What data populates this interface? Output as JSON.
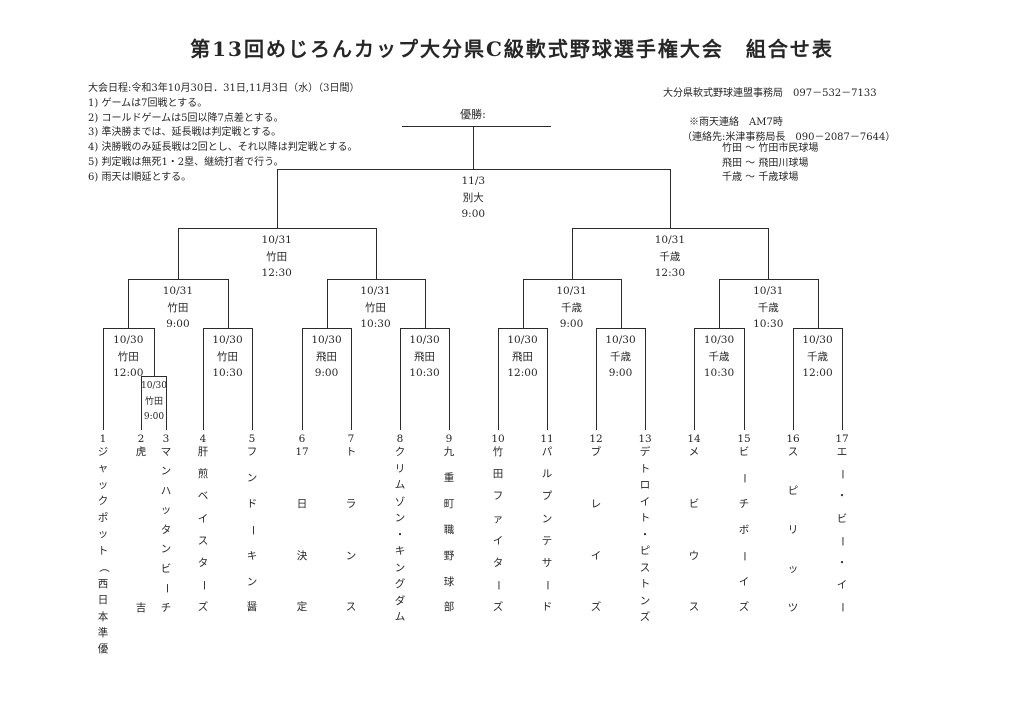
{
  "page": {
    "title": "第13回めじろんカップ大分県C級軟式野球選手権大会　組合せ表",
    "schedule_and_rules": [
      "大会日程:令和3年10月30日．31日,11月3日（水）（3日間）",
      "1) ゲームは7回戦とする。",
      "2) コールドゲームは5回以降7点差とする。",
      "3) 準決勝までは、延長戦は判定戦とする。",
      "4) 決勝戦のみ延長戦は2回とし、それ以降は判定戦とする。",
      "5) 判定戦は無死1・2塁、継続打者で行う。",
      "6) 雨天は順延とする。"
    ],
    "office_contact": "大分県軟式野球連盟事務局　097－532－7133",
    "rain_contact": [
      "※雨天連絡　AM7時",
      "（連絡先:米津事務局長　090－2087－7644）"
    ],
    "venue_legend": [
      "竹田 ～ 竹田市民球場",
      "飛田 ～ 飛田川球場",
      "千歳 ～ 千歳球場"
    ],
    "champion_label": "優勝:"
  },
  "teams": [
    {
      "no": "1",
      "name": "ジャックポット（西日本準優"
    },
    {
      "no": "2",
      "name": "虎吉"
    },
    {
      "no": "3",
      "name": "マンハッタンビーチ"
    },
    {
      "no": "4",
      "name": "肝煎ベイスターズ"
    },
    {
      "no": "5",
      "name": "フンドーキン醤"
    },
    {
      "no": "6",
      "name": "17日決定"
    },
    {
      "no": "7",
      "name": "トランス"
    },
    {
      "no": "8",
      "name": "クリムゾン・キングダム"
    },
    {
      "no": "9",
      "name": "九重町職野球部"
    },
    {
      "no": "10",
      "name": "竹田ファイターズ"
    },
    {
      "no": "11",
      "name": "パルプンテサード"
    },
    {
      "no": "12",
      "name": "ブレイズ"
    },
    {
      "no": "13",
      "name": "デトロイト・ピストンズ"
    },
    {
      "no": "14",
      "name": "メビウス"
    },
    {
      "no": "15",
      "name": "ビーチボーイズ"
    },
    {
      "no": "16",
      "name": "スピリッツ"
    },
    {
      "no": "17",
      "name": "エー・ビー・イー"
    }
  ],
  "matches": {
    "playin": {
      "date": "10/30",
      "venue": "竹田",
      "time": "9:00"
    },
    "round1": [
      {
        "date": "10/30",
        "venue": "竹田",
        "time": "12:00"
      },
      {
        "date": "10/30",
        "venue": "竹田",
        "time": "10:30"
      },
      {
        "date": "10/30",
        "venue": "飛田",
        "time": "9:00"
      },
      {
        "date": "10/30",
        "venue": "飛田",
        "time": "10:30"
      },
      {
        "date": "10/30",
        "venue": "飛田",
        "time": "12:00"
      },
      {
        "date": "10/30",
        "venue": "千歳",
        "time": "9:00"
      },
      {
        "date": "10/30",
        "venue": "千歳",
        "time": "10:30"
      },
      {
        "date": "10/30",
        "venue": "千歳",
        "time": "12:00"
      }
    ],
    "quarterfinals": [
      {
        "date": "10/31",
        "venue": "竹田",
        "time": "9:00"
      },
      {
        "date": "10/31",
        "venue": "竹田",
        "time": "10:30"
      },
      {
        "date": "10/31",
        "venue": "千歳",
        "time": "9:00"
      },
      {
        "date": "10/31",
        "venue": "千歳",
        "time": "10:30"
      }
    ],
    "semifinals": [
      {
        "date": "10/31",
        "venue": "竹田",
        "time": "12:30"
      },
      {
        "date": "10/31",
        "venue": "千歳",
        "time": "12:30"
      }
    ],
    "final": {
      "date": "11/3",
      "venue": "別大",
      "time": "9:00"
    }
  }
}
